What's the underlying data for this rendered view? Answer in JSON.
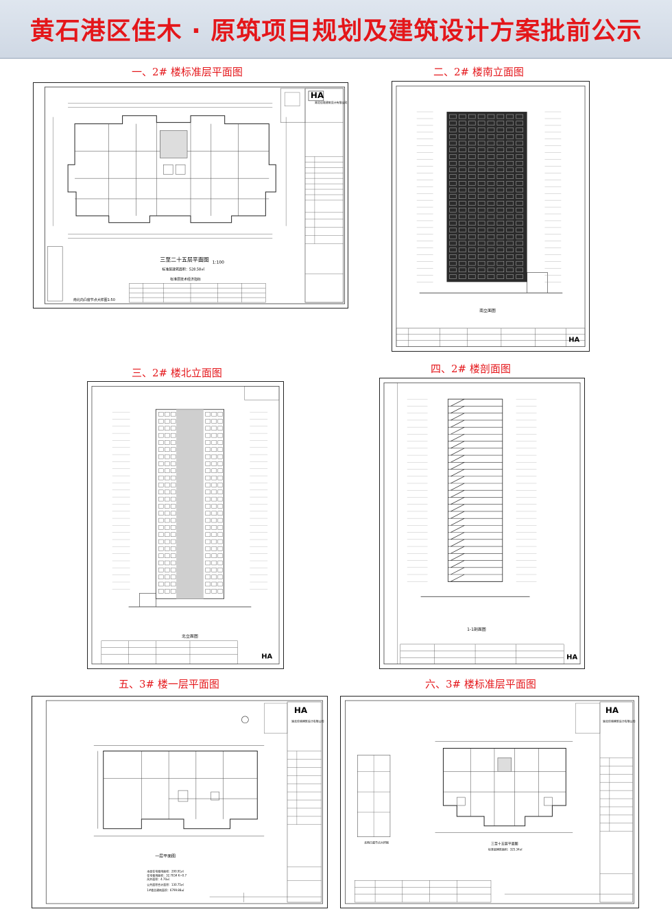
{
  "banner": {
    "title": "黄石港区佳木 · 原筑项目规划及建筑设计方案批前公示"
  },
  "sheets": [
    {
      "caption": "一、2# 楼标准层平面图",
      "plan_title": "三至二十五层平面图",
      "plan_scale": "1:100",
      "area_text": "标准层建筑面积：528.58㎡",
      "table_title": "标准层技术经济指标",
      "detail_title": "南北向凸窗节点大样图",
      "detail_scale": "1:50"
    },
    {
      "caption": "二、2# 楼南立面图",
      "drawing_title": "南立面图"
    },
    {
      "caption": "三、2# 楼北立面图",
      "drawing_title": "北立面图"
    },
    {
      "caption": "四、2# 楼剖面图",
      "drawing_title": "1-1剖面图"
    },
    {
      "caption": "五、3# 楼一层平面图",
      "drawing_title": "一层平面图",
      "stats": [
        "本层住宅使用面积：200.91㎡",
        "住宅使用面积：32.7034 K=0.7",
        "风井面积：4.70㎡",
        "公共面积合计面积：130.75㎡",
        "1#楼总建筑面积：6799.88㎡"
      ]
    },
    {
      "caption": "六、3# 楼标准层平面图",
      "drawing_title": "三至十五层平面图",
      "area_text": "标准层建筑面积：325.34㎡",
      "detail_title": "北侧凸窗节点大样图"
    }
  ],
  "title_block": {
    "company": "湖北佳境建筑设计有限公司",
    "logo": "HA"
  }
}
